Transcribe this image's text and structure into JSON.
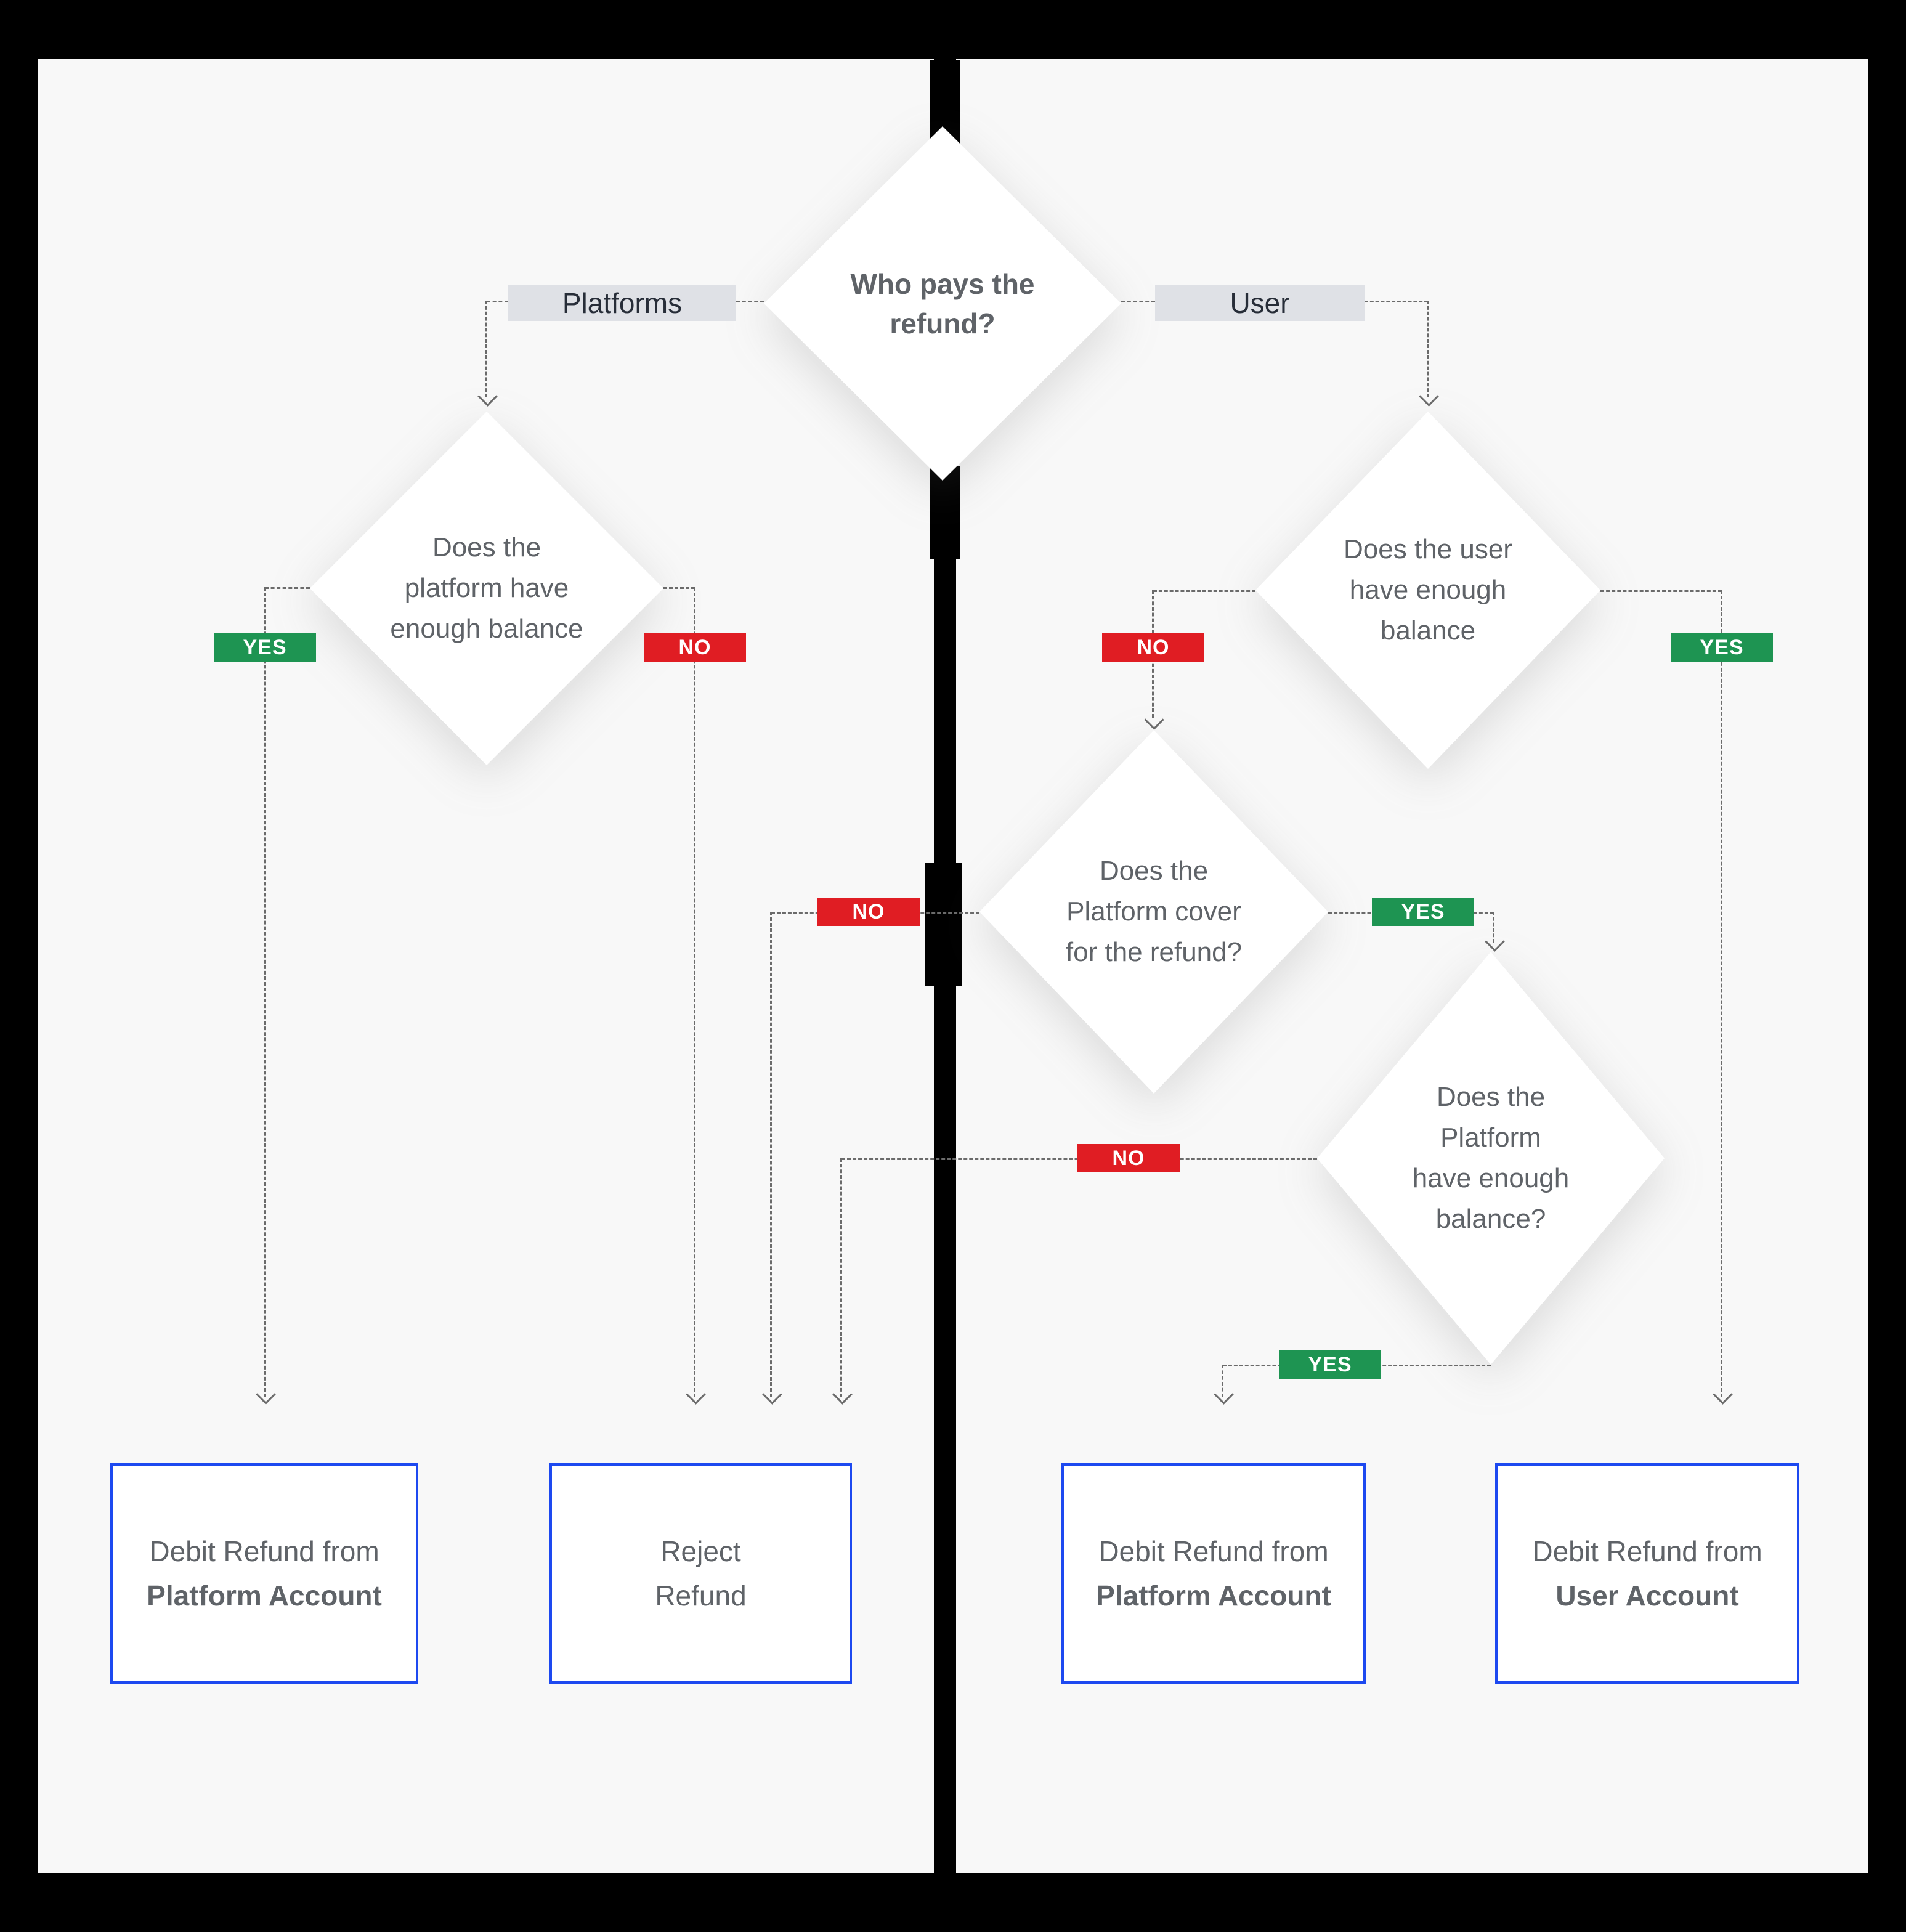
{
  "flow": {
    "root": {
      "lines": [
        "Who pays the",
        "refund?"
      ]
    },
    "branches": {
      "left": "Platforms",
      "right": "User"
    },
    "edge_labels": {
      "yes": "YES",
      "no": "NO"
    },
    "decisions": {
      "platform_balance": {
        "lines": [
          "Does the",
          "platform have",
          "enough balance"
        ]
      },
      "user_balance": {
        "lines": [
          "Does the user",
          "have enough",
          "balance"
        ]
      },
      "platform_cover": {
        "lines": [
          "Does the",
          "Platform cover",
          "for the refund?"
        ]
      },
      "platform_balance_2": {
        "lines": [
          "Does the",
          "Platform",
          "have enough",
          "balance?"
        ]
      }
    },
    "outcomes": {
      "debit_platform_left": {
        "line1": "Debit Refund from",
        "line2": "Platform Account"
      },
      "reject": {
        "line1": "Reject",
        "line2": "Refund"
      },
      "debit_platform_right": {
        "line1": "Debit Refund from",
        "line2": "Platform Account"
      },
      "debit_user": {
        "line1": "Debit Refund from",
        "line2": "User Account"
      }
    },
    "colors": {
      "yes_green": "#1e9452",
      "no_red": "#e01d23",
      "box_border_blue": "#1d49f0",
      "branch_label_bg": "#dfe1e6",
      "branch_label_text": "#272d38",
      "diagram_text_gray": "#5f6368",
      "divider_black": "#000000",
      "background_gray": "#f8f8f8"
    }
  }
}
